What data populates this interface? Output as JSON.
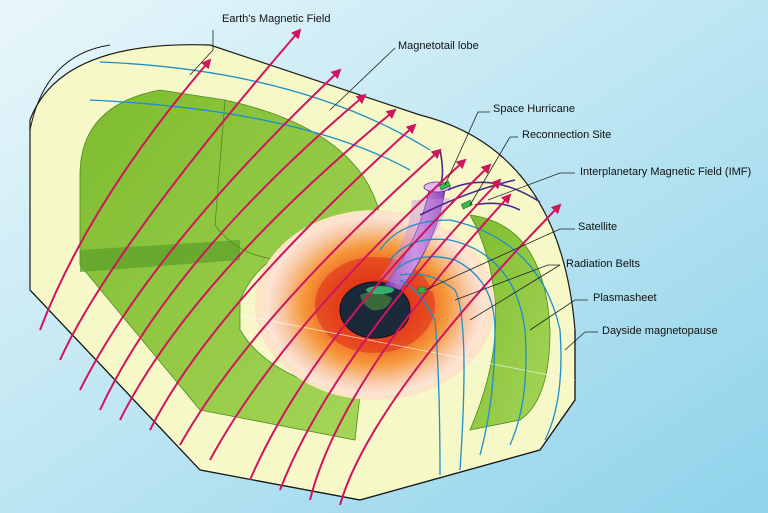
{
  "labels": {
    "earth_field": "Earth's Magnetic Field",
    "magnetotail": "Magnetotail lobe",
    "hurricane": "Space Hurricane",
    "reconnection": "Reconnection Site",
    "imf": "Interplanetary Magnetic Field (IMF)",
    "satellite": "Satellite",
    "radiation": "Radiation Belts",
    "plasmasheet": "Plasmasheet",
    "magnetopause": "Dayside magnetopause"
  },
  "colors": {
    "background": "#bfe6f3",
    "shell": "#f6f8c8",
    "inner_green": "#8cc63f",
    "field_line_red": "#d0155f",
    "field_line_blue": "#1e8fc8",
    "imf_purple": "#5a2a8a",
    "hurricane_violet": "#b06fd0",
    "hot_core": "#e94e1b",
    "earth": "#1b2a3a"
  }
}
